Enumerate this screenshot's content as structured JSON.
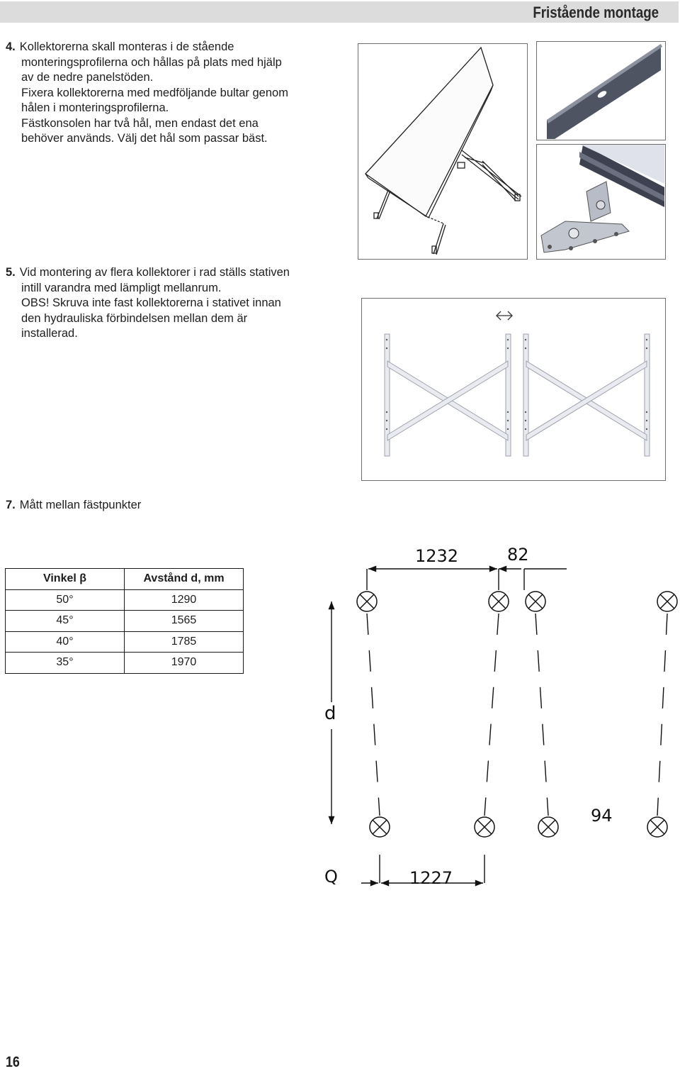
{
  "header": {
    "title": "Fristående montage"
  },
  "step4": {
    "number": "4.",
    "lines": [
      "Kollektorerna skall monteras i de stående",
      "monteringsprofilerna och hållas på plats med hjälp",
      "av de nedre panelstöden.",
      "Fixera kollektorerna med medföljande bultar genom",
      "hålen i  monteringsprofilerna.",
      "Fästkonsolen har två hål, men endast det ena",
      "behöver används. Välj det hål som passar bäst."
    ]
  },
  "step5": {
    "number": "5.",
    "lines": [
      "Vid montering av flera kollektorer i rad ställs stativen",
      "intill varandra med lämpligt mellanrum.",
      "OBS! Skruva inte fast kollektorerna i stativet innan",
      "den hydrauliska förbindelsen mellan dem är",
      "installerad."
    ]
  },
  "step7": {
    "number": "7.",
    "text": "Mått mellan fästpunkter"
  },
  "table": {
    "headers": [
      "Vinkel β",
      "Avstånd d, mm"
    ],
    "rows": [
      [
        "50°",
        "1290"
      ],
      [
        "45°",
        "1565"
      ],
      [
        "40°",
        "1785"
      ],
      [
        "35°",
        "1970"
      ]
    ]
  },
  "diagram": {
    "dim_top_1": "1232",
    "dim_top_2": "82",
    "dim_side": "d",
    "dim_bottom_gap": "94",
    "dim_bottom_q": "Q",
    "dim_bottom_1": "1227"
  },
  "page_number": "16"
}
